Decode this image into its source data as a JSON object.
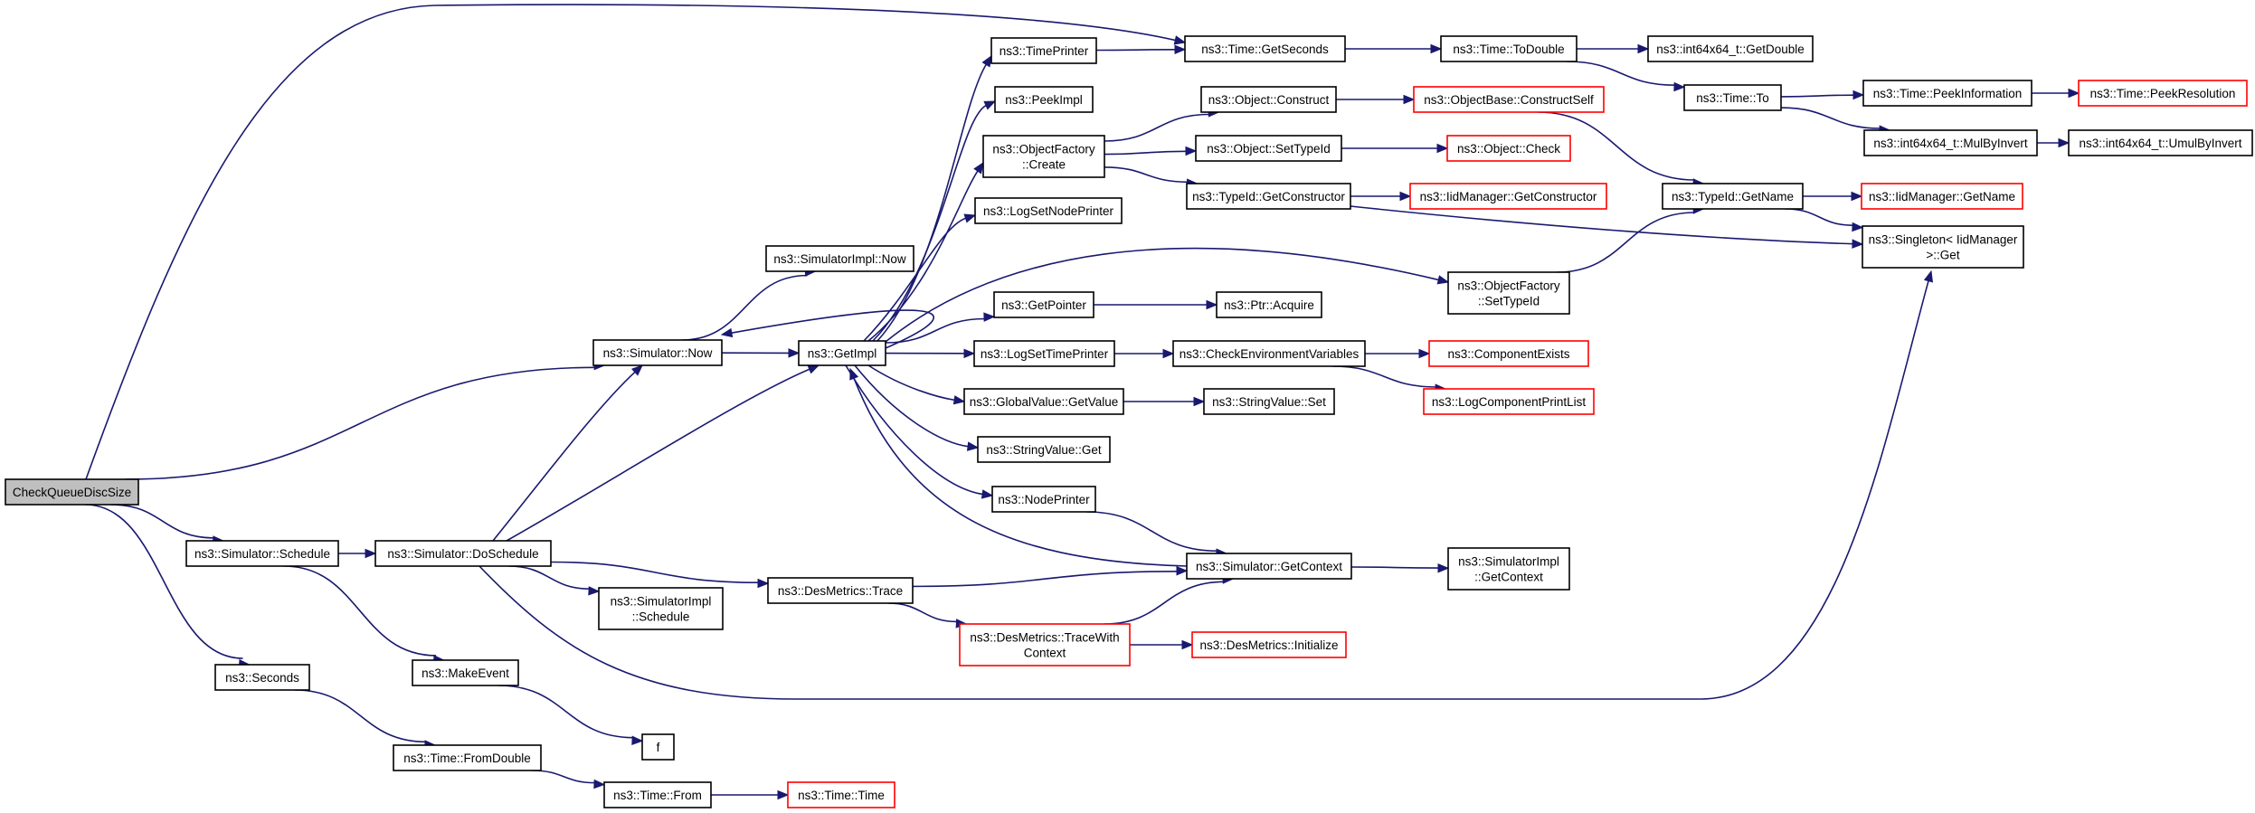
{
  "colors": {
    "edge": "#191970",
    "node_border": "#000000",
    "truncated_border": "#ff0000",
    "root_fill": "#bfbfbf"
  },
  "nodes": {
    "root": {
      "lines": [
        "CheckQueueDiscSize"
      ],
      "style": "root"
    },
    "sim_now": {
      "lines": [
        "ns3::Simulator::Now"
      ]
    },
    "sim_schedule": {
      "lines": [
        "ns3::Simulator::Schedule"
      ]
    },
    "seconds": {
      "lines": [
        "ns3::Seconds"
      ]
    },
    "simimpl_now": {
      "lines": [
        "ns3::SimulatorImpl::Now"
      ]
    },
    "get_impl": {
      "lines": [
        "ns3::GetImpl"
      ]
    },
    "do_schedule": {
      "lines": [
        "ns3::Simulator::DoSchedule"
      ]
    },
    "make_event": {
      "lines": [
        "ns3::MakeEvent"
      ]
    },
    "from_double": {
      "lines": [
        "ns3::Time::FromDouble"
      ]
    },
    "simimpl_schedule": {
      "lines": [
        "ns3::SimulatorImpl",
        "::Schedule"
      ]
    },
    "f": {
      "lines": [
        "f"
      ]
    },
    "time_from": {
      "lines": [
        "ns3::Time::From"
      ]
    },
    "des_trace": {
      "lines": [
        "ns3::DesMetrics::Trace"
      ]
    },
    "time_time": {
      "lines": [
        "ns3::Time::Time"
      ],
      "style": "red"
    },
    "time_printer": {
      "lines": [
        "ns3::TimePrinter"
      ]
    },
    "peek_impl": {
      "lines": [
        "ns3::PeekImpl"
      ]
    },
    "of_create": {
      "lines": [
        "ns3::ObjectFactory",
        "::Create"
      ]
    },
    "log_node_printer": {
      "lines": [
        "ns3::LogSetNodePrinter"
      ]
    },
    "get_pointer": {
      "lines": [
        "ns3::GetPointer"
      ]
    },
    "log_time_printer": {
      "lines": [
        "ns3::LogSetTimePrinter"
      ]
    },
    "gv_get_value": {
      "lines": [
        "ns3::GlobalValue::GetValue"
      ]
    },
    "sv_get": {
      "lines": [
        "ns3::StringValue::Get"
      ]
    },
    "node_printer": {
      "lines": [
        "ns3::NodePrinter"
      ]
    },
    "trace_with_context": {
      "lines": [
        "ns3::DesMetrics::TraceWith",
        "Context"
      ],
      "style": "red"
    },
    "time_get_seconds": {
      "lines": [
        "ns3::Time::GetSeconds"
      ]
    },
    "obj_construct": {
      "lines": [
        "ns3::Object::Construct"
      ]
    },
    "obj_set_type_id": {
      "lines": [
        "ns3::Object::SetTypeId"
      ]
    },
    "typeid_get_constructor": {
      "lines": [
        "ns3::TypeId::GetConstructor"
      ]
    },
    "ptr_acquire": {
      "lines": [
        "ns3::Ptr::Acquire"
      ]
    },
    "check_env": {
      "lines": [
        "ns3::CheckEnvironmentVariables"
      ]
    },
    "sv_set": {
      "lines": [
        "ns3::StringValue::Set"
      ]
    },
    "sim_get_context": {
      "lines": [
        "ns3::Simulator::GetContext"
      ]
    },
    "des_initialize": {
      "lines": [
        "ns3::DesMetrics::Initialize"
      ],
      "style": "red"
    },
    "objbase_construct_self": {
      "lines": [
        "ns3::ObjectBase::ConstructSelf"
      ],
      "style": "red"
    },
    "obj_check": {
      "lines": [
        "ns3::Object::Check"
      ],
      "style": "red"
    },
    "iid_get_constructor": {
      "lines": [
        "ns3::IidManager::GetConstructor"
      ],
      "style": "red"
    },
    "component_exists": {
      "lines": [
        "ns3::ComponentExists"
      ],
      "style": "red"
    },
    "log_component_print_list": {
      "lines": [
        "ns3::LogComponentPrintList"
      ],
      "style": "red"
    },
    "time_to_double": {
      "lines": [
        "ns3::Time::ToDouble"
      ]
    },
    "of_set_type_id": {
      "lines": [
        "ns3::ObjectFactory",
        "::SetTypeId"
      ]
    },
    "simimpl_get_context": {
      "lines": [
        "ns3::SimulatorImpl",
        "::GetContext"
      ]
    },
    "time_to": {
      "lines": [
        "ns3::Time::To"
      ]
    },
    "typeid_get_name": {
      "lines": [
        "ns3::TypeId::GetName"
      ]
    },
    "int64_get_double": {
      "lines": [
        "ns3::int64x64_t::GetDouble"
      ]
    },
    "time_peek_information": {
      "lines": [
        "ns3::Time::PeekInformation"
      ]
    },
    "int64_mul_by_invert": {
      "lines": [
        "ns3::int64x64_t::MulByInvert"
      ]
    },
    "iid_get_name": {
      "lines": [
        "ns3::IidManager::GetName"
      ],
      "style": "red"
    },
    "singleton_get": {
      "lines": [
        "ns3::Singleton< IidManager",
        " >::Get"
      ]
    },
    "time_peek_resolution": {
      "lines": [
        "ns3::Time::PeekResolution"
      ],
      "style": "red"
    },
    "int64_umul_by_invert": {
      "lines": [
        "ns3::int64x64_t::UmulByInvert"
      ]
    }
  },
  "edges": [
    [
      "root",
      "sim_now"
    ],
    [
      "root",
      "sim_schedule"
    ],
    [
      "root",
      "seconds"
    ],
    [
      "root",
      "time_get_seconds"
    ],
    [
      "sim_now",
      "simimpl_now"
    ],
    [
      "sim_now",
      "get_impl"
    ],
    [
      "sim_schedule",
      "do_schedule"
    ],
    [
      "sim_schedule",
      "make_event"
    ],
    [
      "seconds",
      "from_double"
    ],
    [
      "do_schedule",
      "sim_now"
    ],
    [
      "do_schedule",
      "get_impl"
    ],
    [
      "do_schedule",
      "simimpl_schedule"
    ],
    [
      "do_schedule",
      "des_trace"
    ],
    [
      "do_schedule",
      "singleton_get"
    ],
    [
      "make_event",
      "f"
    ],
    [
      "from_double",
      "time_from"
    ],
    [
      "time_from",
      "time_time"
    ],
    [
      "des_trace",
      "sim_get_context"
    ],
    [
      "des_trace",
      "trace_with_context"
    ],
    [
      "trace_with_context",
      "sim_get_context"
    ],
    [
      "trace_with_context",
      "des_initialize"
    ],
    [
      "get_impl",
      "sim_now"
    ],
    [
      "get_impl",
      "time_printer"
    ],
    [
      "get_impl",
      "peek_impl"
    ],
    [
      "get_impl",
      "of_create"
    ],
    [
      "get_impl",
      "log_node_printer"
    ],
    [
      "get_impl",
      "get_pointer"
    ],
    [
      "get_impl",
      "log_time_printer"
    ],
    [
      "get_impl",
      "gv_get_value"
    ],
    [
      "get_impl",
      "sv_get"
    ],
    [
      "get_impl",
      "node_printer"
    ],
    [
      "get_impl",
      "of_set_type_id"
    ],
    [
      "sim_get_context",
      "get_impl"
    ],
    [
      "sim_get_context",
      "simimpl_get_context"
    ],
    [
      "node_printer",
      "sim_get_context"
    ],
    [
      "time_printer",
      "time_get_seconds"
    ],
    [
      "of_create",
      "obj_construct"
    ],
    [
      "of_create",
      "obj_set_type_id"
    ],
    [
      "of_create",
      "typeid_get_constructor"
    ],
    [
      "obj_construct",
      "objbase_construct_self"
    ],
    [
      "obj_set_type_id",
      "obj_check"
    ],
    [
      "typeid_get_constructor",
      "iid_get_constructor"
    ],
    [
      "typeid_get_constructor",
      "singleton_get"
    ],
    [
      "objbase_construct_self",
      "typeid_get_name"
    ],
    [
      "get_pointer",
      "ptr_acquire"
    ],
    [
      "log_time_printer",
      "check_env"
    ],
    [
      "check_env",
      "component_exists"
    ],
    [
      "check_env",
      "log_component_print_list"
    ],
    [
      "gv_get_value",
      "sv_set"
    ],
    [
      "time_get_seconds",
      "time_to_double"
    ],
    [
      "time_to_double",
      "int64_get_double"
    ],
    [
      "time_to_double",
      "time_to"
    ],
    [
      "time_to",
      "time_peek_information"
    ],
    [
      "time_to",
      "int64_mul_by_invert"
    ],
    [
      "time_peek_information",
      "time_peek_resolution"
    ],
    [
      "int64_mul_by_invert",
      "int64_umul_by_invert"
    ],
    [
      "of_set_type_id",
      "typeid_get_name"
    ],
    [
      "typeid_get_name",
      "iid_get_name"
    ],
    [
      "typeid_get_name",
      "singleton_get"
    ]
  ]
}
